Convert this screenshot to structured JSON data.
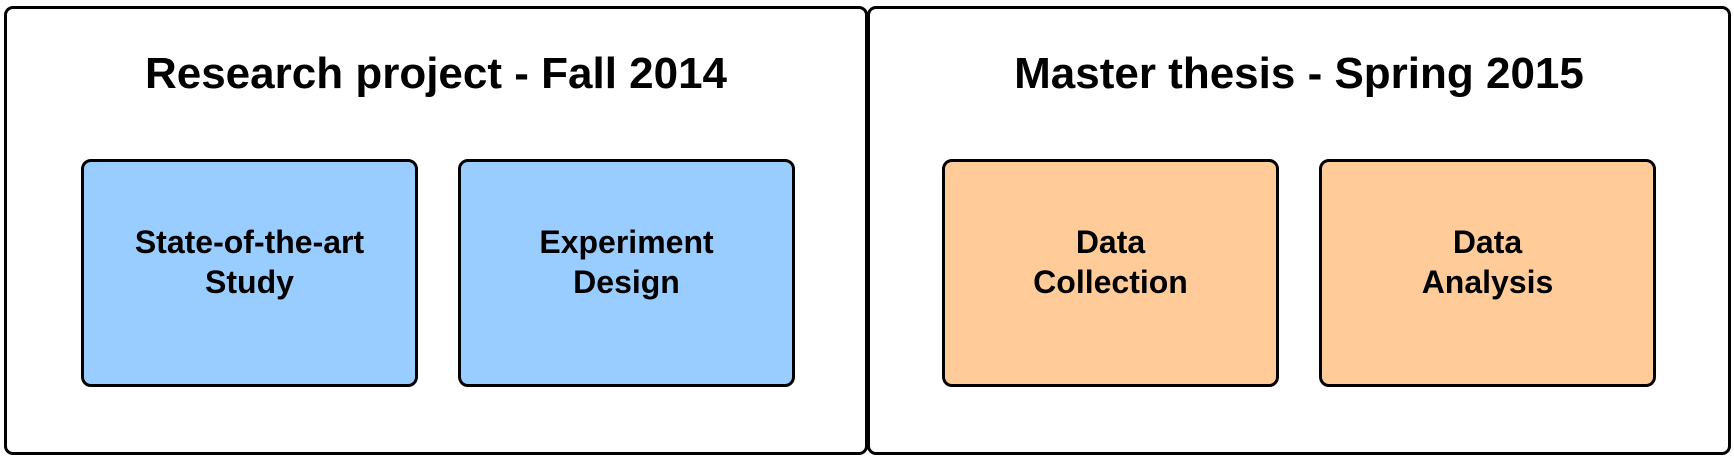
{
  "colors": {
    "research_fill": "#99ccff",
    "thesis_fill": "#ffcc99",
    "border": "#000000"
  },
  "phases": [
    {
      "title": "Research project - Fall 2014",
      "tasks": [
        {
          "line1": "State-of-the-art",
          "line2": "Study"
        },
        {
          "line1": "Experiment",
          "line2": "Design"
        }
      ]
    },
    {
      "title": "Master thesis - Spring 2015",
      "tasks": [
        {
          "line1": "Data",
          "line2": "Collection"
        },
        {
          "line1": "Data",
          "line2": "Analysis"
        }
      ]
    }
  ]
}
